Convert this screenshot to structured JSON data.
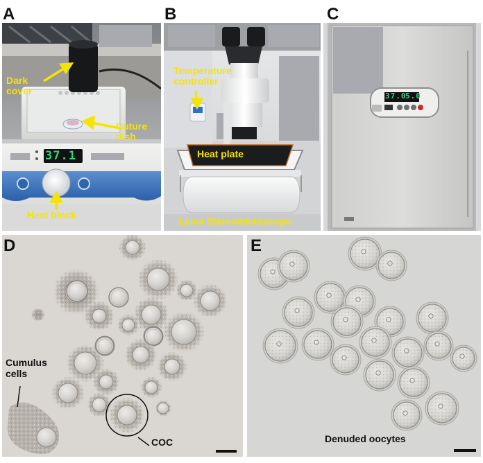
{
  "panels": {
    "a": {
      "label": "A",
      "annotations": {
        "dark_cover": "Dark cover",
        "culture_dish": "Cuture dish",
        "heat_block": "Heat block"
      },
      "display": "37.1"
    },
    "b": {
      "label": "B",
      "annotations": {
        "temperature_controller": "Temperature controller",
        "heat_plate": "Heat plate",
        "stereomicroscope": "Leica Stereomicroscope"
      }
    },
    "c": {
      "label": "C",
      "display_left": "37.0",
      "display_right": "5.0"
    },
    "d": {
      "label": "D",
      "annotations": {
        "cumulus_cells": "Cumulus cells",
        "coc": "COC"
      }
    },
    "e": {
      "label": "E",
      "annotations": {
        "denuded_oocytes": "Denuded oocytes"
      }
    }
  },
  "colors": {
    "annotation_yellow": "#f5e400",
    "label_black": "#111111",
    "redaction_gray": "#a9aab0",
    "micrograph_bg": "#dad7d3"
  }
}
